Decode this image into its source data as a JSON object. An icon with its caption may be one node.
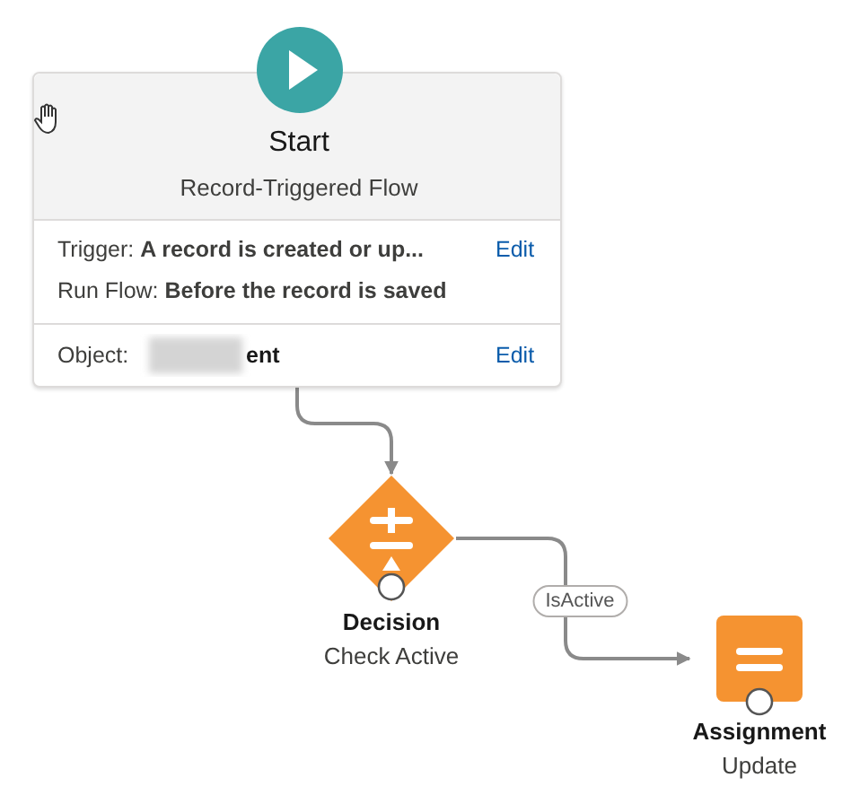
{
  "diagram": {
    "nodes": [
      {
        "text": [
          "Start",
          "Record-Triggered Flow",
          "Trigger: **A record is created or up...**",
          "Edit",
          "Run Flow: **Before the record is saved**",
          "Object:",
          "ent",
          "Edit"
        ]
      },
      {
        "text": [
          "Decision",
          "Check Active"
        ]
      },
      {
        "text": [
          "Assignment",
          "Update"
        ]
      }
    ],
    "edges": [
      {
        "from": 0,
        "to": 1,
        "arrow": "to"
      },
      {
        "from": 1,
        "to": 2,
        "arrow": "to",
        "label": "IsActive"
      }
    ]
  }
}
